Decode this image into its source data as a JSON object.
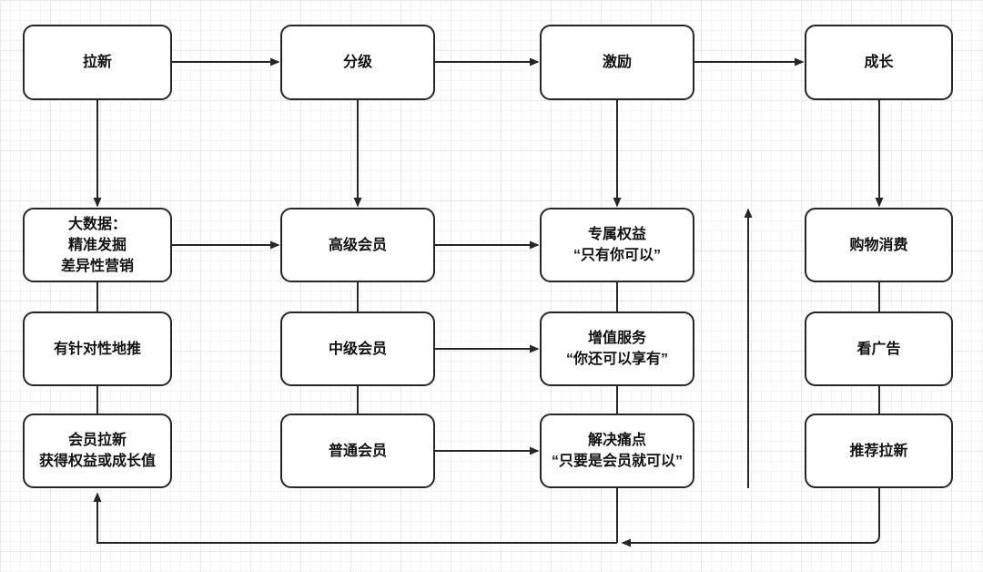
{
  "colors": {
    "canvas-bg": "#ffffff",
    "grid-minor": "#f4f4f4",
    "grid-major": "#e9e9e9",
    "stroke": "#262626",
    "node-fill": "#ffffff",
    "text": "#111111"
  },
  "nodes": {
    "acquire": {
      "label": "拉新"
    },
    "tiering": {
      "label": "分级"
    },
    "incentive": {
      "label": "激励"
    },
    "growth": {
      "label": "成长"
    },
    "big_data": {
      "label": "大数据：\n精准发掘\n差异性营销"
    },
    "senior_member": {
      "label": "高级会员"
    },
    "exclusive_benefits": {
      "label": "专属权益\n“只有你可以”"
    },
    "shopping": {
      "label": "购物消费"
    },
    "targeted_push": {
      "label": "有针对性地推"
    },
    "mid_member": {
      "label": "中级会员"
    },
    "value_added": {
      "label": "增值服务\n“你还可以享有”"
    },
    "watch_ads": {
      "label": "看广告"
    },
    "member_acquire": {
      "label": "会员拉新\n获得权益或成长值"
    },
    "normal_member": {
      "label": "普通会员"
    },
    "pain_point": {
      "label": "解决痛点\n“只要是会员就可以”"
    },
    "referral": {
      "label": "推荐拉新"
    }
  }
}
